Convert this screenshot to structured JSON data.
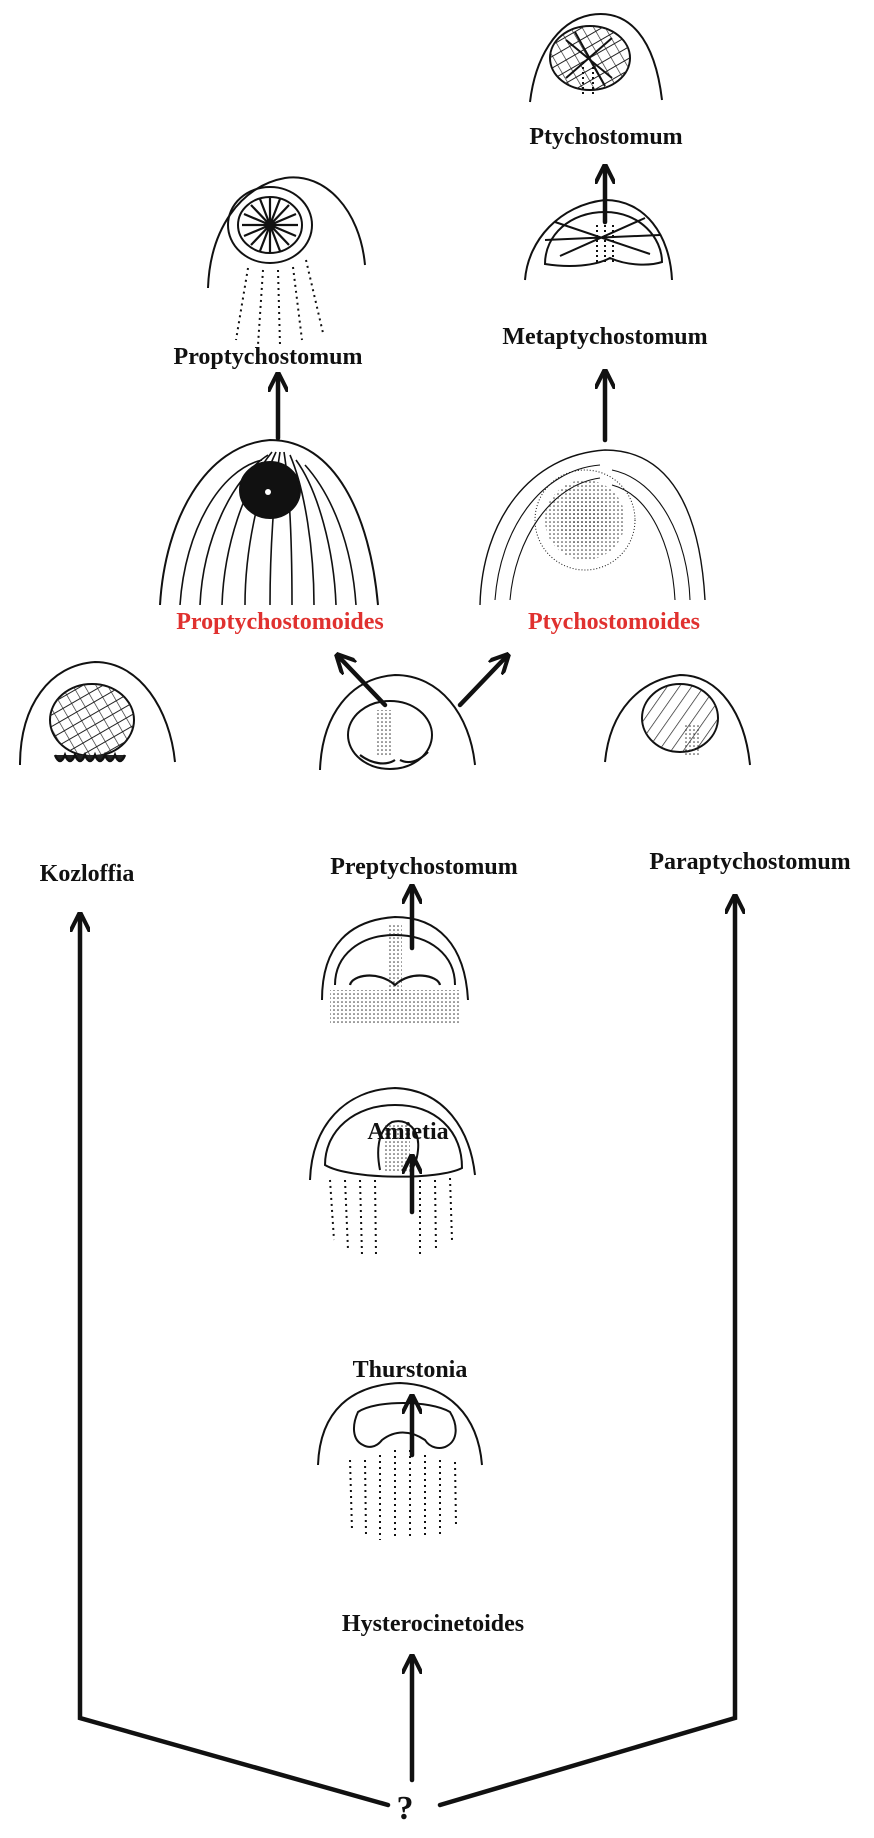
{
  "diagram": {
    "colors": {
      "ink": "#111111",
      "highlight": "#e0312f"
    },
    "nodes": {
      "ptychostomum": "Ptychostomum",
      "metaptychostomum": "Metaptychostomum",
      "proptychostomum": "Proptychostomum",
      "proptychostomoides": "Proptychostomoides",
      "ptychostomoides": "Ptychostomoides",
      "kozloffia": "Kozloffia",
      "preptychostomum": "Preptychostomum",
      "paraptychostomum": "Paraptychostomum",
      "amietia": "Amietia",
      "thurstonia": "Thurstonia",
      "hysterocinetoides": "Hysterocinetoides",
      "root": "?"
    }
  }
}
